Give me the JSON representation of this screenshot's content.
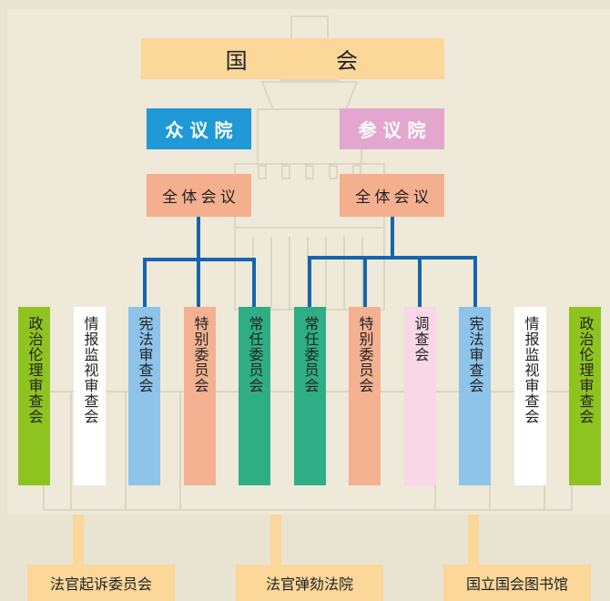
{
  "diet": {
    "label_left": "国",
    "label_right": "会"
  },
  "houses": {
    "lower": "众议院",
    "upper": "参议院"
  },
  "plenary": {
    "lower": "全体会议",
    "upper": "全体会议"
  },
  "lower_bodies": [
    "政治伦理审查会",
    "情报监视审查会",
    "宪法审查会",
    "特别委员会",
    "常任委员会"
  ],
  "upper_bodies": [
    "常任委员会",
    "特别委员会",
    "调查会",
    "宪法审查会",
    "情报监视审查会",
    "政治伦理审查会"
  ],
  "bottom": {
    "indictment": "法官起诉委员会",
    "impeachment": "法官弹劾法院",
    "library": "国立国会图书馆"
  },
  "colors": {
    "lower_house": "#1f9ad6",
    "upper_house": "#e3a7cf",
    "plenary": "#f4b08e",
    "diet": "#fbd79a",
    "connector": "#1565ad",
    "ethics": "#8fc31f",
    "intelligence": "#ffffff",
    "constitution": "#8ec3ea",
    "special": "#f3b191",
    "standing": "#2fae85",
    "research": "#f8d8e6"
  }
}
